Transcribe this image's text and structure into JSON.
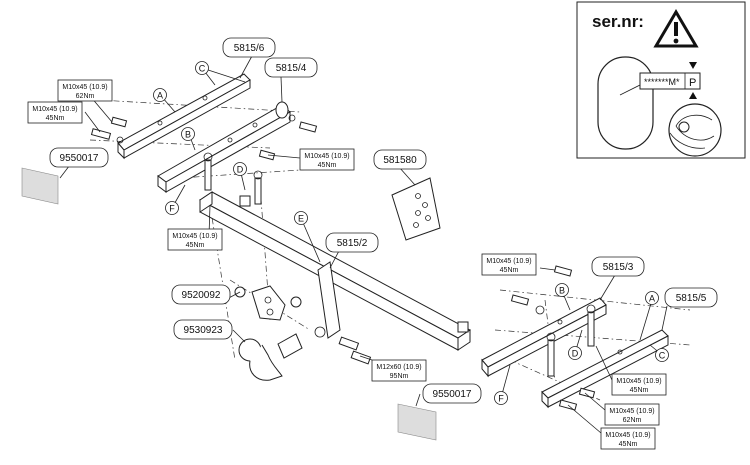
{
  "serial_panel": {
    "title": "ser.nr:",
    "plate_code": "*******M*",
    "plate_letter": "P"
  },
  "part_numbers": {
    "bracket_left_top": "5815/6",
    "bracket_left_inner": "5815/4",
    "electrics": "581580",
    "crossbar": "5815/2",
    "bracket_right_inner": "5815/3",
    "bracket_right_outer": "5815/5",
    "ball_plate": "9520092",
    "towball": "9530923",
    "spacer_left": "9550017",
    "spacer_right": "9550017"
  },
  "letters": {
    "a_left": "A",
    "b_left": "B",
    "c_left": "C",
    "d_left": "D",
    "e": "E",
    "f_left": "F",
    "a_right": "A",
    "b_right": "B",
    "c_right": "C",
    "d_right": "D",
    "f_right": "F"
  },
  "specs": [
    {
      "bolt": "M10x45 (10.9)",
      "torque": "62Nm"
    },
    {
      "bolt": "M10x45 (10.9)",
      "torque": "45Nm"
    },
    {
      "bolt": "M10x45 (10.9)",
      "torque": "45Nm"
    },
    {
      "bolt": "M10x45 (10.9)",
      "torque": "45Nm"
    },
    {
      "bolt": "M10x45 (10.9)",
      "torque": "45Nm"
    },
    {
      "bolt": "M12x60 (10.9)",
      "torque": "95Nm"
    },
    {
      "bolt": "M10x45 (10.9)",
      "torque": "45Nm"
    },
    {
      "bolt": "M10x45 (10.9)",
      "torque": "62Nm"
    },
    {
      "bolt": "M10x45 (10.9)",
      "torque": "45Nm"
    }
  ]
}
